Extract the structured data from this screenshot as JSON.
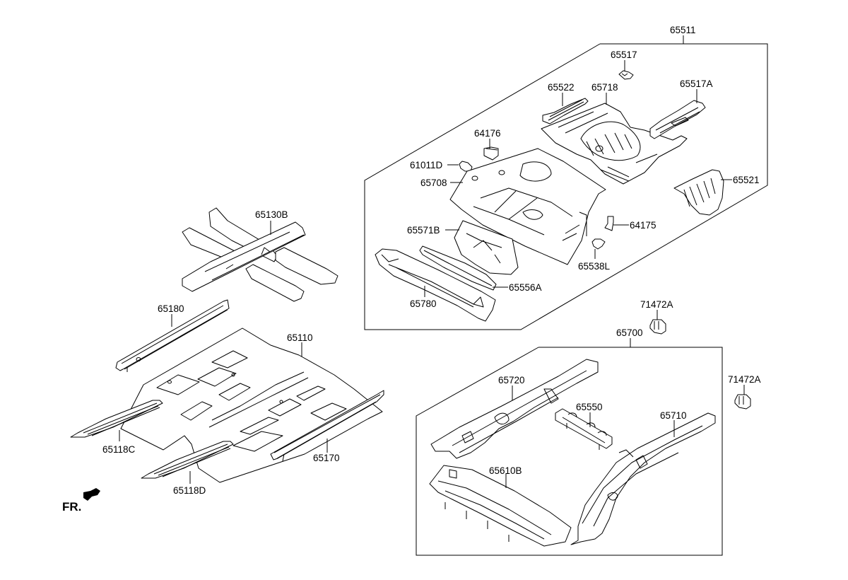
{
  "diagram": {
    "title": "Floor Panel Parts Diagram",
    "direction_indicator": {
      "label": "FR.",
      "icon": "front-arrow-icon"
    },
    "groups": [
      {
        "id": "65511",
        "label": "65511",
        "parts": [
          "65517",
          "65522",
          "65718",
          "65517A",
          "64176",
          "61011D",
          "65708",
          "65521",
          "65571B",
          "64175",
          "65538L",
          "65556A",
          "65780"
        ]
      },
      {
        "id": "65700",
        "label": "65700",
        "parts": [
          "65720",
          "65550",
          "65710",
          "65610B"
        ]
      }
    ],
    "labels": {
      "p65511": "65511",
      "p65517": "65517",
      "p65522": "65522",
      "p65718": "65718",
      "p65517A": "65517A",
      "p64176": "64176",
      "p61011D": "61011D",
      "p65708": "65708",
      "p65521": "65521",
      "p65571B": "65571B",
      "p64175": "64175",
      "p65538L": "65538L",
      "p65556A": "65556A",
      "p65780": "65780",
      "p65130B": "65130B",
      "p65180": "65180",
      "p65110": "65110",
      "p65118C": "65118C",
      "p65118D": "65118D",
      "p65170": "65170",
      "p71472A_1": "71472A",
      "p71472A_2": "71472A",
      "p65700": "65700",
      "p65720": "65720",
      "p65550": "65550",
      "p65710": "65710",
      "p65610B": "65610B"
    },
    "colors": {
      "line": "#000000",
      "background": "#ffffff"
    }
  }
}
